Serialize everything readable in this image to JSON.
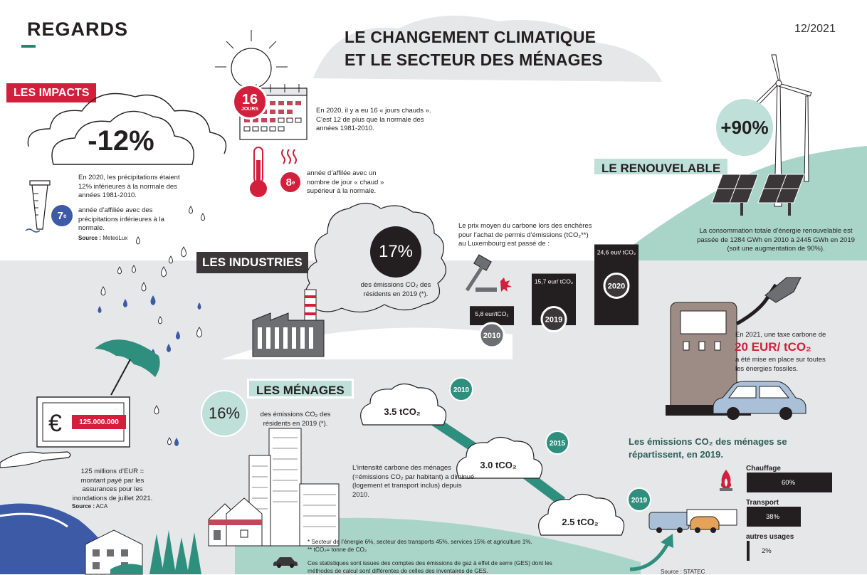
{
  "header": {
    "logo": "REGARDS",
    "date": "12/2021",
    "title_line1": "LE CHANGEMENT CLIMATIQUE",
    "title_line2": "ET LE SECTEUR DES MÉNAGES"
  },
  "impacts": {
    "tag": "LES IMPACTS",
    "precip_pct": "-12%",
    "precip_text": "En 2020, les précipitations étaient 12% inférieures à la normale des années 1981-2010.",
    "seventh_num": "7",
    "seventh_sup": "e",
    "seventh_text": "année d’affiliée avec des précipitations inférieures à la normale.",
    "source_label": "Source :",
    "source_value": "MeteoLux",
    "hot_days_num": "16",
    "hot_days_unit": "JOURS",
    "hot_days_text": "En 2020, il y a eu 16 « jours chauds ». C’est 12 de plus que la normale des années 1981-2010.",
    "eighth_num": "8",
    "eighth_sup": "e",
    "eighth_text": "année d’affilée avec un nombre de jour « chaud » supérieur à la normale.",
    "insurance_amount": "125.000.000",
    "insurance_text": "125 millions d’EUR = montant payé par les assurances pour les inondations de juillet 2021.",
    "insurance_source_label": "Source :",
    "insurance_source_value": "ACA"
  },
  "renouvelable": {
    "tag": "LE RENOUVELABLE",
    "pct": "+90%",
    "text": "La consommation totale d’énergie renouvelable est passée de 1284 GWh en 2010 à 2445 GWh en 2019 (soit une augmentation de 90%)."
  },
  "industries": {
    "tag": "LES INDUSTRIES",
    "pct": "17%",
    "text": "des émissions CO₂ des résidents en 2019 (*).",
    "carbon_text": "Le prix moyen du carbone lors des enchères pour l’achat de permis d’émissions (tCO₂**) au Luxembourg est passé de :"
  },
  "menages": {
    "tag": "LES MÉNAGES",
    "pct": "16%",
    "text": "des émissions CO₂ des résidents en 2019 (*).",
    "intensity_text": "L’intensité carbone des ménages (=émissions CO₂ par habitant) a diminué (logement et transport inclus) depuis 2010.",
    "tax_text1": "En 2021, une taxe carbone de",
    "tax_amount": "20 EUR/ tCO₂",
    "tax_text2": "a été mise en place sur toutes les énergies fossiles.",
    "breakdown_title": "Les émissions CO₂ des ménages se répartissent, en 2019.",
    "breakdown_source": "Source : STATEC",
    "footnote1": "* Secteur de l’énergie 6%, secteur des transports 45%, services 15% et agriculture 1%.",
    "footnote2": "** tCO₂= tonne de CO₂",
    "footnote3": "Ces statistiques sont issues des comptes des émissions de gaz à effet de serre (GES) dont les méthodes de calcul sont différentes de celles des inventaires de GES."
  },
  "colors": {
    "red": "#d11f3c",
    "teal": "#2f8f7e",
    "teal_light": "#bfe0d8",
    "dark": "#231f20",
    "grey_bg": "#e6e7e8"
  },
  "chart_data": [
    {
      "type": "bar",
      "title": "",
      "categories": [
        "2010",
        "2019",
        "2020"
      ],
      "labels": [
        "5,8 eur/tCO₂",
        "15,7 eur/ tCO₂",
        "24,6 eur/ tCO₂"
      ],
      "values": [
        5.8,
        15.7,
        24.6
      ],
      "unit": "eur/tCO₂"
    },
    {
      "type": "line",
      "categories": [
        "2010",
        "2015",
        "2019"
      ],
      "labels": [
        "3.5 tCO₂",
        "3.0 tCO₂",
        "2.5 tCO₂"
      ],
      "values": [
        3.5,
        3.0,
        2.5
      ],
      "unit": "tCO₂"
    },
    {
      "type": "bar",
      "orientation": "horizontal",
      "categories": [
        "Chauffage",
        "Transport",
        "autres usages"
      ],
      "labels": [
        "60%",
        "38%",
        "2%"
      ],
      "values": [
        60,
        38,
        2
      ],
      "unit": "%"
    }
  ]
}
